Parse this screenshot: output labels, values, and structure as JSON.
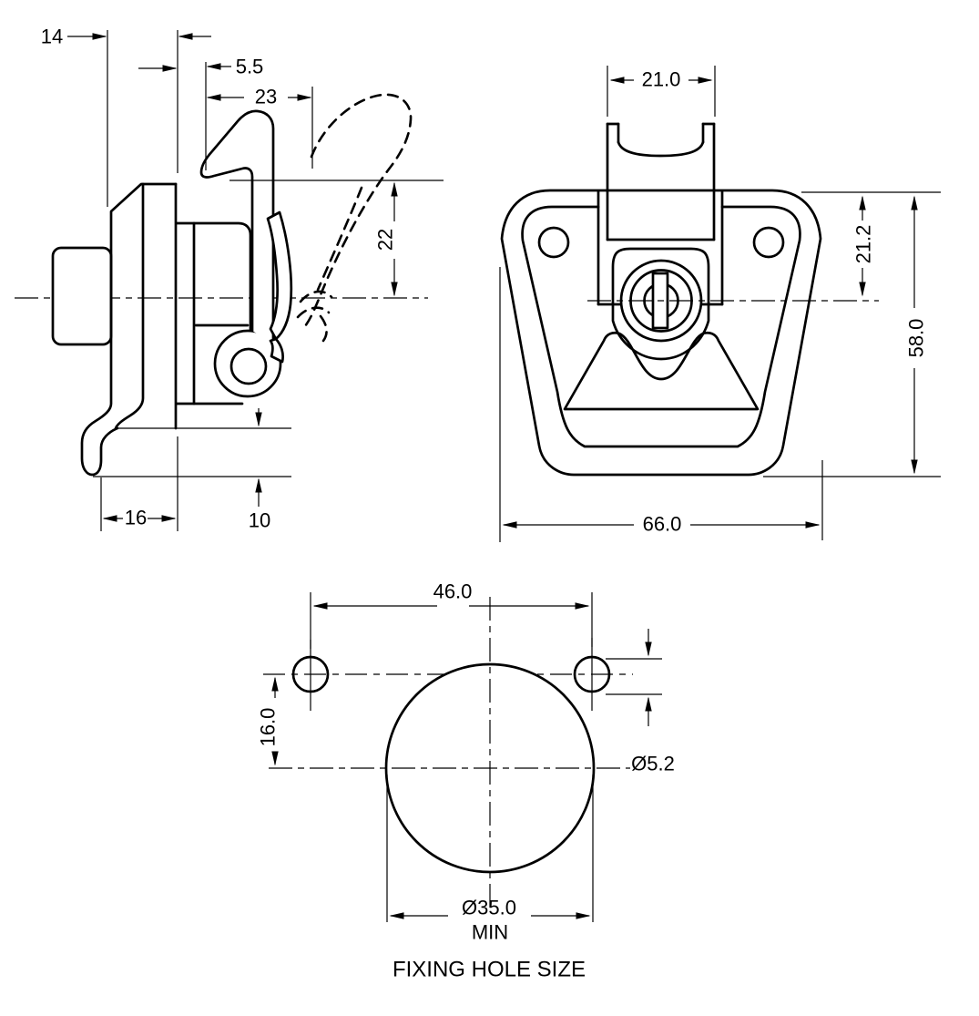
{
  "page": {
    "background": "#ffffff",
    "line_color": "#000000"
  },
  "views": {
    "side": {
      "dims": {
        "flange_offset": "14",
        "grip": "5.5",
        "hook_reach": "23",
        "hook_height": "22",
        "foot_width": "16",
        "foot_drop": "10"
      }
    },
    "front": {
      "dims": {
        "bracket_width": "21.0",
        "upper_height": "21.2",
        "total_height": "58.0",
        "total_width": "66.0"
      }
    },
    "fixing": {
      "dims": {
        "hole_spacing": "46.0",
        "vertical_offset": "16.0",
        "screw_hole_dia": "Ø5.2",
        "main_hole_dia": "Ø35.0",
        "main_hole_qualifier": "MIN"
      },
      "caption": "FIXING HOLE SIZE"
    }
  }
}
